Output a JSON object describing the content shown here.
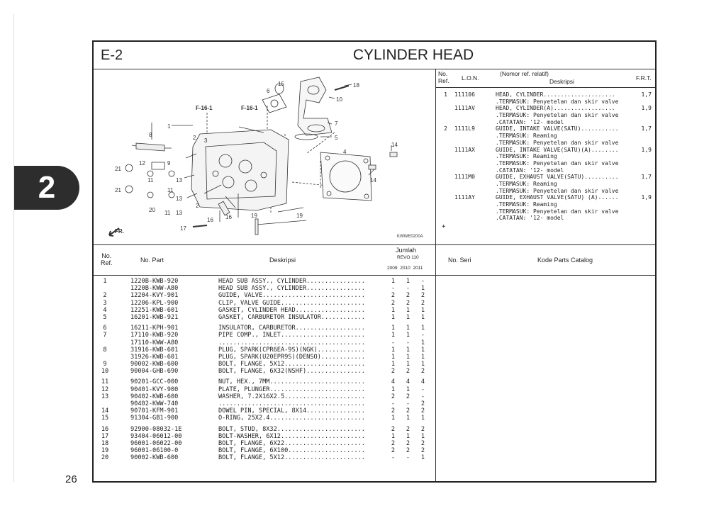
{
  "page_number": "26",
  "chapter": "2",
  "section_code": "E-2",
  "section_title": "CYLINDER HEAD",
  "diagram": {
    "refs": [
      "F-16-1",
      "F-16-1"
    ],
    "part_code": "KWWE0200A",
    "fr_label": "FR.",
    "callouts": [
      "15",
      "6",
      "18",
      "10",
      "7",
      "5",
      "1",
      "2",
      "3",
      "8",
      "9",
      "12",
      "11",
      "13",
      "21",
      "21",
      "11",
      "13",
      "20",
      "11",
      "13",
      "2",
      "4",
      "14",
      "14",
      "16",
      "16",
      "19",
      "19",
      "17"
    ]
  },
  "ref_panel": {
    "headers": {
      "no_ref": "No.\nRef.",
      "lon": "L.O.N.",
      "rel": "(Nomor ref. relatif)",
      "desc": "Deskripsi",
      "frt": "F.R.T."
    },
    "rows": [
      {
        "no": "1",
        "lon": "111106",
        "desc": "HEAD, CYLINDER.....................",
        "frt": "1,7"
      },
      {
        "no": "",
        "lon": "",
        "desc": ".TERMASUK: Penyetelan dan skir valve",
        "frt": ""
      },
      {
        "no": "",
        "lon": "1111AV",
        "desc": "HEAD, CYLINDER(A)..................",
        "frt": "1,9"
      },
      {
        "no": "",
        "lon": "",
        "desc": ".TERMASUK: Penyetelan dan skir valve",
        "frt": ""
      },
      {
        "no": "",
        "lon": "",
        "desc": ".CATATAN: '12- model",
        "frt": ""
      },
      {
        "no": "2",
        "lon": "1111L9",
        "desc": "GUIDE, INTAKE VALVE(SATU)...........",
        "frt": "1,7"
      },
      {
        "no": "",
        "lon": "",
        "desc": ".TERMASUK: Reaming",
        "frt": ""
      },
      {
        "no": "",
        "lon": "",
        "desc": ".TERMASUK: Penyetelan dan skir valve",
        "frt": ""
      },
      {
        "no": "",
        "lon": "1111AX",
        "desc": "GUIDE, INTAKE VALVE(SATU)(A)........",
        "frt": "1,9"
      },
      {
        "no": "",
        "lon": "",
        "desc": ".TERMASUK: Reaming",
        "frt": ""
      },
      {
        "no": "",
        "lon": "",
        "desc": ".TERMASUK: Penyetelan dan skir valve",
        "frt": ""
      },
      {
        "no": "",
        "lon": "",
        "desc": ".CATATAN: '12- model",
        "frt": ""
      },
      {
        "no": "",
        "lon": "1111M0",
        "desc": "GUIDE, EXHAUST VALVE(SATU)..........",
        "frt": "1,7"
      },
      {
        "no": "",
        "lon": "",
        "desc": ".TERMASUK: Reaming",
        "frt": ""
      },
      {
        "no": "",
        "lon": "",
        "desc": ".TERMASUK: Penyetelan dan skir valve",
        "frt": ""
      },
      {
        "no": "",
        "lon": "1111AY",
        "desc": "GUIDE, EXHAUST VALVE(SATU) (A)......",
        "frt": "1,9"
      },
      {
        "no": "",
        "lon": "",
        "desc": ".TERMASUK: Reaming",
        "frt": ""
      },
      {
        "no": "",
        "lon": "",
        "desc": ".TERMASUK: Penyetelan dan skir valve",
        "frt": ""
      },
      {
        "no": "",
        "lon": "",
        "desc": ".CATATAN: '12- model",
        "frt": ""
      }
    ],
    "plus": "+"
  },
  "table": {
    "headers": {
      "no_ref": "No.\nRef.",
      "part": "No. Part",
      "desc": "Deskripsi",
      "jumlah": "Jumlah",
      "model": "REVO 110",
      "years": "2009 2010 2011",
      "seri": "No. Seri",
      "catalog": "Kode Parts Catalog"
    },
    "rows": [
      {
        "no": "1",
        "part": "1220B-KWB-920",
        "desc": "HEAD SUB ASSY., CYLINDER................",
        "q": [
          "1",
          "1",
          "-"
        ]
      },
      {
        "no": "",
        "part": "1220B-KWW-A80",
        "desc": "HEAD SUB ASSY., CYLINDER................",
        "q": [
          "-",
          "-",
          "1"
        ]
      },
      {
        "no": "2",
        "part": "12204-KVY-901",
        "desc": "GUIDE, VALVE............................",
        "q": [
          "2",
          "2",
          "2"
        ]
      },
      {
        "no": "3",
        "part": "12206-KPL-900",
        "desc": "CLIP, VALVE GUIDE.......................",
        "q": [
          "2",
          "2",
          "2"
        ]
      },
      {
        "no": "4",
        "part": "12251-KWB-601",
        "desc": "GASKET, CYLINDER HEAD...................",
        "q": [
          "1",
          "1",
          "1"
        ]
      },
      {
        "no": "5",
        "part": "16201-KWB-921",
        "desc": "GASKET, CARBURETOR INSULATOR............",
        "q": [
          "1",
          "1",
          "1"
        ]
      },
      {
        "no": "6",
        "part": "16211-KPH-901",
        "desc": "INSULATOR, CARBURETOR...................",
        "q": [
          "1",
          "1",
          "1"
        ],
        "gap": true
      },
      {
        "no": "7",
        "part": "17110-KWB-920",
        "desc": "PIPE COMP., INLET.......................",
        "q": [
          "1",
          "1",
          "-"
        ]
      },
      {
        "no": "",
        "part": "17110-KWW-A80",
        "desc": "........................................",
        "q": [
          "-",
          "-",
          "1"
        ]
      },
      {
        "no": "8",
        "part": "31916-KWB-601",
        "desc": "PLUG, SPARK(CPR6EA-9S)(NGK).............",
        "q": [
          "1",
          "1",
          "1"
        ]
      },
      {
        "no": "",
        "part": "31926-KWB-601",
        "desc": "PLUG, SPARK(U20EPR9S)(DENSO)............",
        "q": [
          "1",
          "1",
          "1"
        ]
      },
      {
        "no": "9",
        "part": "90002-KWB-600",
        "desc": "BOLT, FLANGE, 5X12......................",
        "q": [
          "1",
          "1",
          "1"
        ]
      },
      {
        "no": "10",
        "part": "90004-GHB-690",
        "desc": "BOLT, FLANGE, 6X32(NSHF)................",
        "q": [
          "2",
          "2",
          "2"
        ]
      },
      {
        "no": "11",
        "part": "90201-GCC-000",
        "desc": "NUT, HEX., 7MM..........................",
        "q": [
          "4",
          "4",
          "4"
        ],
        "gap": true
      },
      {
        "no": "12",
        "part": "90401-KVY-900",
        "desc": "PLATE, PLUNGER..........................",
        "q": [
          "1",
          "1",
          "-"
        ]
      },
      {
        "no": "13",
        "part": "90402-KWB-600",
        "desc": "WASHER, 7.2X16X2.5......................",
        "q": [
          "2",
          "2",
          "-"
        ]
      },
      {
        "no": "",
        "part": "90402-KWW-740",
        "desc": "........................................",
        "q": [
          "-",
          "-",
          "2"
        ]
      },
      {
        "no": "14",
        "part": "90701-KFM-901",
        "desc": "DOWEL PIN, SPECIAL, 8X14................",
        "q": [
          "2",
          "2",
          "2"
        ]
      },
      {
        "no": "15",
        "part": "91304-GB1-900",
        "desc": "O-RING, 25X2.4..........................",
        "q": [
          "1",
          "1",
          "1"
        ]
      },
      {
        "no": "16",
        "part": "92900-08032-1E",
        "desc": "BOLT, STUD, 8X32........................",
        "q": [
          "2",
          "2",
          "2"
        ],
        "gap": true
      },
      {
        "no": "17",
        "part": "93404-06012-00",
        "desc": "BOLT-WASHER, 6X12.......................",
        "q": [
          "1",
          "1",
          "1"
        ]
      },
      {
        "no": "18",
        "part": "96001-06022-00",
        "desc": "BOLT, FLANGE, 6X22......................",
        "q": [
          "2",
          "2",
          "2"
        ]
      },
      {
        "no": "19",
        "part": "96001-06100-0",
        "desc": "BOLT, FLANGE, 6X100.....................",
        "q": [
          "2",
          "2",
          "2"
        ]
      },
      {
        "no": "20",
        "part": "90002-KWB-600",
        "desc": "BOLT, FLANGE, 5X12......................",
        "q": [
          "-",
          "-",
          "1"
        ]
      }
    ]
  }
}
